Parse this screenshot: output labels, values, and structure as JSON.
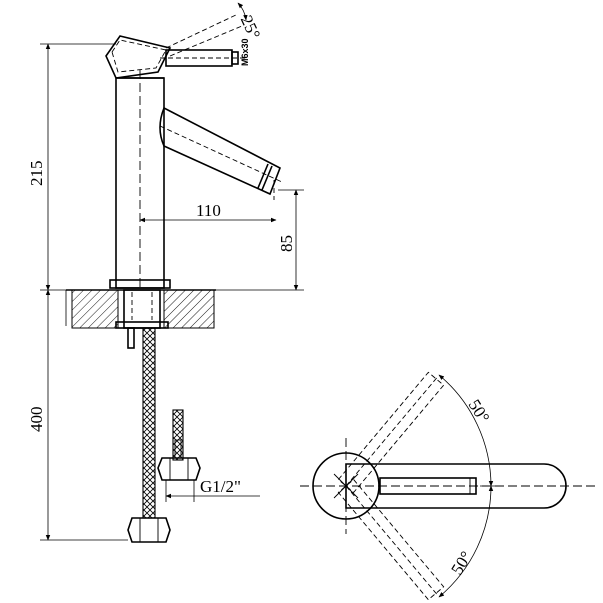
{
  "drawing": {
    "dimensions": {
      "angle_handle": "25°",
      "thread": "M6x30",
      "height_total": "215",
      "spout_reach": "110",
      "spout_height": "85",
      "hose_length": "400",
      "connection": "G1/2\"",
      "angle_top": "50°",
      "angle_bottom": "50°"
    }
  }
}
